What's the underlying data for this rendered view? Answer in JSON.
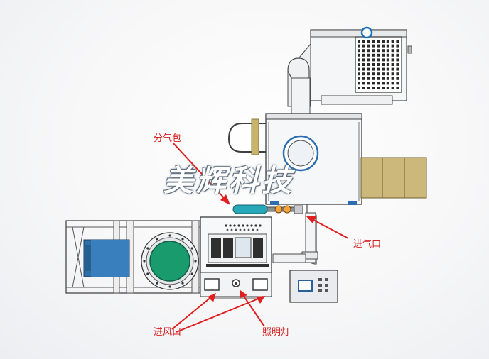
{
  "watermark": "美辉科技",
  "callouts": {
    "gas_bag": "分气包",
    "air_inlet_gas": "进气口",
    "air_inlet_wind": "进风口",
    "light": "照明灯"
  },
  "colors": {
    "label_text": "#d62020",
    "arrow": "#e02020",
    "line": "#4a4a4a",
    "blue_accent": "#1f6fb5",
    "teal_accent": "#23a7b8",
    "drum_green": "#1a9b6e",
    "tan_panel": "#c9b57a",
    "panel_blue": "#2f6fa8"
  },
  "icons": [
    "fan-grille-icon",
    "drum-window-icon",
    "control-panel-icon",
    "lamp-icon"
  ]
}
